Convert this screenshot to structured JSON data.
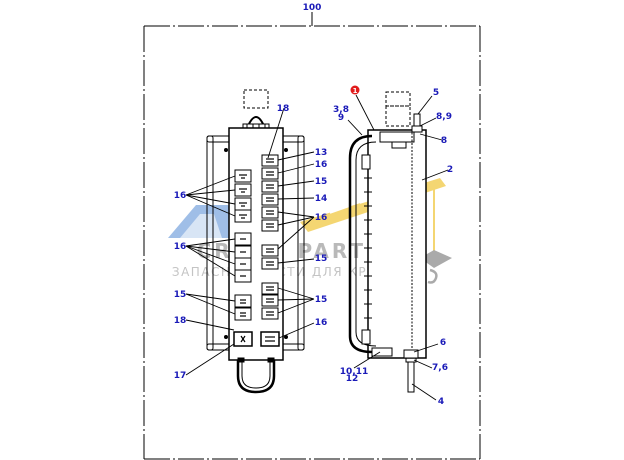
{
  "figure_number": "100",
  "watermark": {
    "title": "CRANE PARTS",
    "subtitle": "ЗАПАСНЫЕ ЧАСТИ ДЛЯ КРАНОВ",
    "blue_color": "#8fb3e3",
    "yellow_color": "#f3cf5a"
  },
  "callouts": {
    "c1": "1",
    "c2": "2",
    "c38": "3,8",
    "c9": "9",
    "c5": "5",
    "c89": "8,9",
    "c8": "8",
    "c6": "6",
    "c76": "7,6",
    "c4": "4",
    "c1011": "10,11",
    "c12": "12",
    "c18a": "18",
    "c13": "13",
    "c16a": "16",
    "c15a": "15",
    "c14": "14",
    "c16b": "16",
    "c16c": "16",
    "c16d": "16",
    "c15b": "15",
    "c15c": "15",
    "c15d": "15",
    "c18b": "18",
    "c16e": "16",
    "c17": "17"
  },
  "colors": {
    "callout_text": "#1a1ab8",
    "callout_highlight": "#e11b1b",
    "line": "#000000"
  }
}
